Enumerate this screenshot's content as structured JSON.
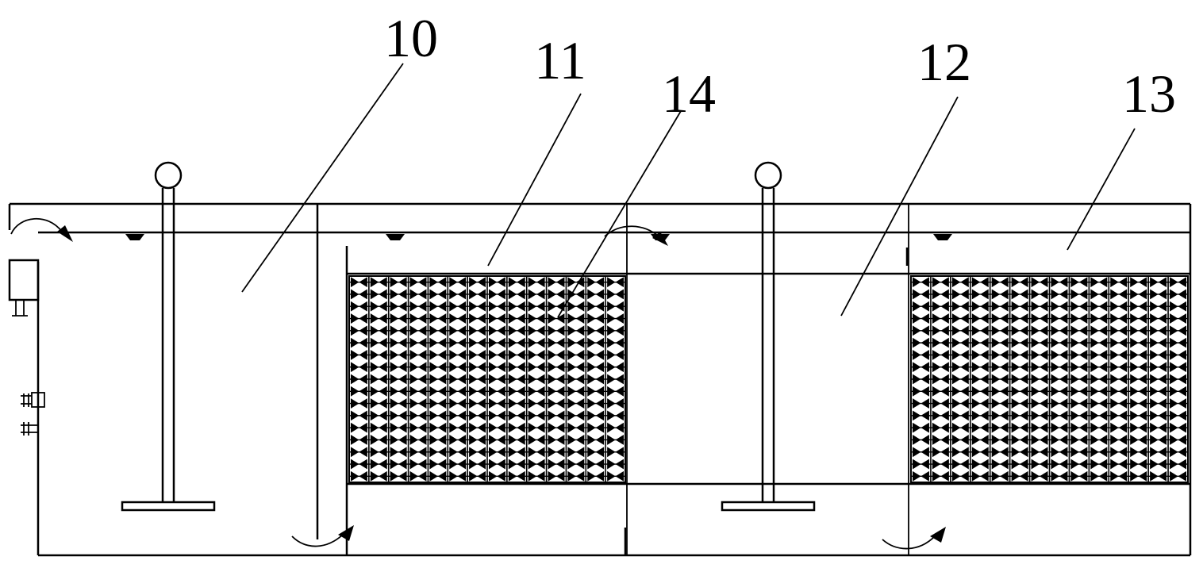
{
  "labels": {
    "l10": "10",
    "l11": "11",
    "l12": "12",
    "l13": "13",
    "l14": "14"
  },
  "colors": {
    "line": "#000000",
    "background": "#ffffff"
  }
}
